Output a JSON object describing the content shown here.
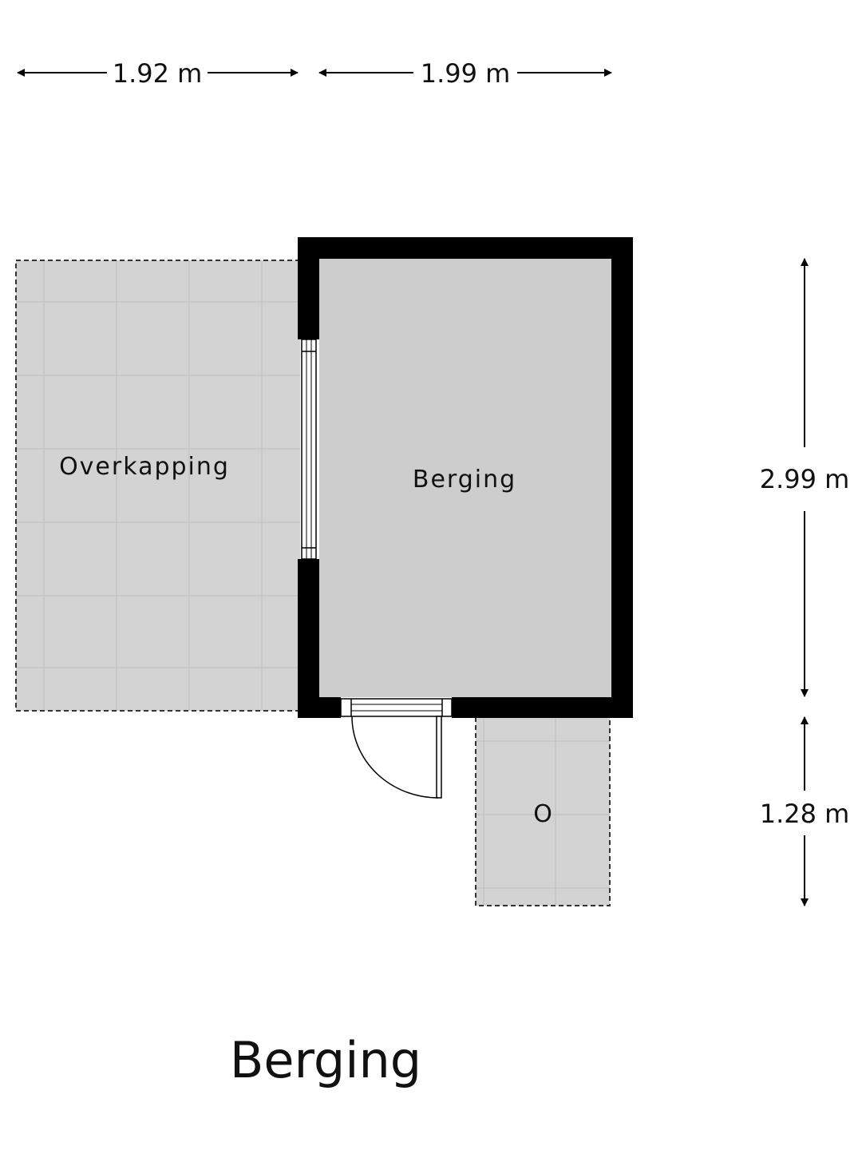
{
  "title": "Berging",
  "colors": {
    "wall": "#000000",
    "room_fill": "#cdcdcd",
    "outdoor_fill": "#d3d3d3",
    "tile_line": "#c4c4c4",
    "dashed_border": "#333333",
    "background": "#ffffff"
  },
  "rooms": {
    "overkapping": "Overkapping",
    "berging": "Berging",
    "o": "O"
  },
  "dimensions": {
    "top_left": "1.92 m",
    "top_right": "1.99 m",
    "right_upper": "2.99 m",
    "right_lower": "1.28 m"
  }
}
